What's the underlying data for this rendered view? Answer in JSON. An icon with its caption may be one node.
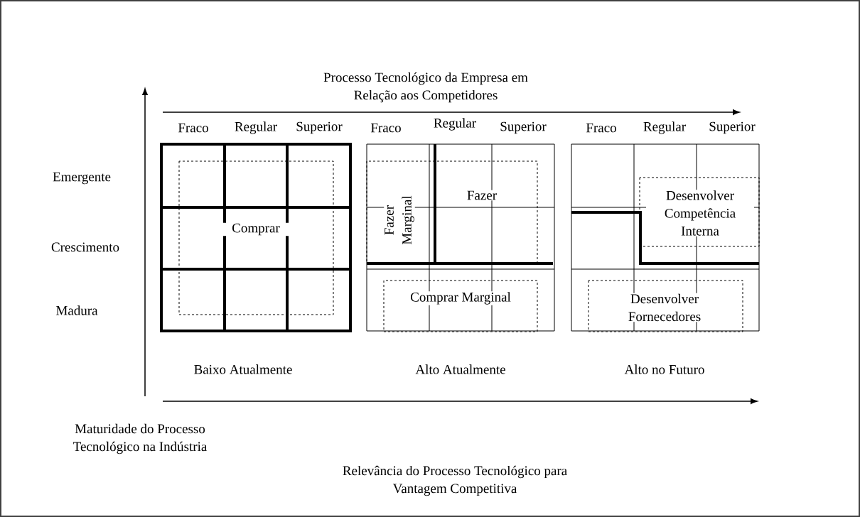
{
  "diagram": {
    "nodes": [
      {
        "text": [
          "Comprar"
        ]
      },
      {
        "text": [
          "Fazer Marginal"
        ]
      },
      {
        "text": [
          "Fazer"
        ]
      },
      {
        "text": [
          "Comprar Marginal"
        ]
      },
      {
        "text": [
          "Desenvolver Competência Interna"
        ]
      },
      {
        "text": [
          "Desenvolver Fornecedores"
        ]
      }
    ],
    "labels": [
      "Processo Tecnológico da Empresa em Relação aos Competidores",
      "Fraco",
      "Regular",
      "Superior",
      "Fraco",
      "Regular",
      "Superior",
      "Fraco",
      "Regular",
      "Superior",
      "Emergente",
      "Crescimento",
      "Madura",
      "Baixo Atualmente",
      "Alto Atualmente",
      "Alto no Futuro",
      "Maturidade do Processo Tecnológico na Indústria",
      "Relevância do Processo Tecnológico para Vantagem Competitiva"
    ]
  }
}
